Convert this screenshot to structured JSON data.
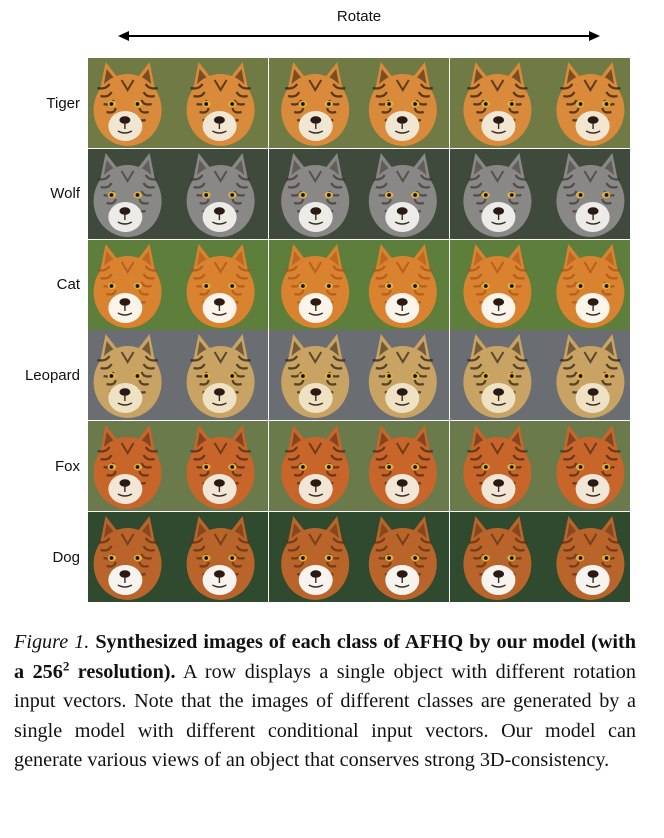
{
  "header": {
    "rotate_label": "Rotate"
  },
  "rows": [
    {
      "label": "Tiger",
      "name": "tiger",
      "colors": {
        "bg": "#6f7a45",
        "fur": "#d98a3a",
        "mark": "#2a1d12",
        "light": "#f1e6d2"
      }
    },
    {
      "label": "Wolf",
      "name": "wolf",
      "colors": {
        "bg": "#3f4a3c",
        "fur": "#8a8886",
        "mark": "#3e3a37",
        "light": "#ecebe8"
      }
    },
    {
      "label": "Cat",
      "name": "cat",
      "colors": {
        "bg": "#5e7e3c",
        "fur": "#d9822f",
        "mark": "#a9531a",
        "light": "#fbf4ea"
      }
    },
    {
      "label": "Leopard",
      "name": "leopard",
      "colors": {
        "bg": "#6a6e73",
        "fur": "#c9a364",
        "mark": "#2b2118",
        "light": "#efe1c4"
      }
    },
    {
      "label": "Fox",
      "name": "fox",
      "colors": {
        "bg": "#6b7a4a",
        "fur": "#c8652a",
        "mark": "#4a2a16",
        "light": "#f2e6d6"
      }
    },
    {
      "label": "Dog",
      "name": "dog",
      "colors": {
        "bg": "#2f4a2e",
        "fur": "#b8642a",
        "mark": "#5e2f12",
        "light": "#f7f3ee"
      }
    }
  ],
  "caption": {
    "figure_label": "Figure 1.",
    "bold_text_pre": "Synthesized images of each class of AFHQ by our model (with a ",
    "resolution_base": "256",
    "resolution_exp": "2",
    "bold_text_post": " resolution).",
    "body": "A row displays a single object with different rotation input vectors. Note that the images of different classes are generated by a single model with different conditional input vectors. Our model can generate various views of an object that conserves strong 3D-consistency."
  }
}
